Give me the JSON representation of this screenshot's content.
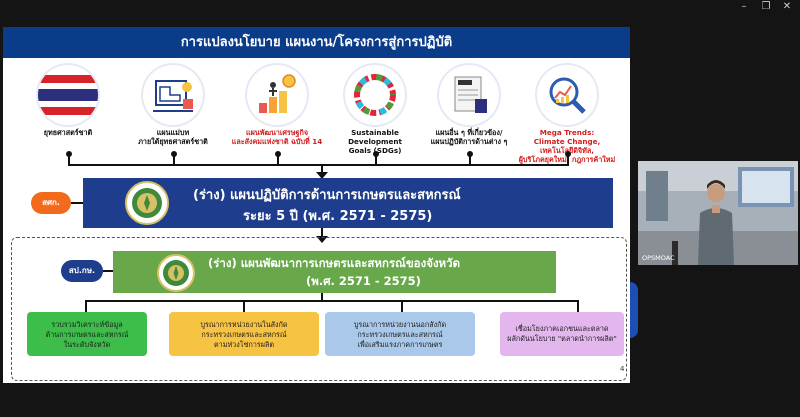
{
  "window": {
    "minimize_glyph": "–",
    "maximize_glyph": "❐",
    "close_glyph": "✕"
  },
  "slide": {
    "title": "การแปลงนโยบาย แผนงาน/โครงการสู่การปฏิบัติ",
    "top_icons": [
      {
        "label": "ยุทธศาสตร์ชาติ",
        "icon": "thai-flag-icon",
        "color": "#111111"
      },
      {
        "label": "แผนแม่บท\nภายใต้ยุทธศาสตร์ชาติ",
        "icon": "blueprint-icon",
        "color": "#111111"
      },
      {
        "label": "แผนพัฒนาเศรษฐกิจ\nและสังคมแห่งชาติ ฉบับที่ 14",
        "icon": "growth-chart-icon",
        "color": "#d21e1e"
      },
      {
        "label": "Sustainable Development\nGoals (SDGs)",
        "icon": "sdgs-wheel-icon",
        "color": "#111111"
      },
      {
        "label": "แผนอื่น ๆ ที่เกี่ยวข้อง/\nแผนปฏิบัติการด้านต่าง ๆ",
        "icon": "plan-document-icon",
        "color": "#111111"
      },
      {
        "label": "Mega Trends:\nClimate Change, เทคโนโลยีดิจิทัล,\nผู้บริโภคยุคใหม่, กฎการค้าใหม่",
        "icon": "trend-magnifier-icon",
        "color": "#d21e1e"
      }
    ],
    "central_plan": {
      "org": "สศก.",
      "line1": "(ร่าง) แผนปฏิบัติการด้านการเกษตรและสหกรณ์",
      "line2": "ระยะ 5 ปี (พ.ศ. 2571 - 2575)",
      "org_color": "#f26b1d",
      "box_color": "#1e3d8c"
    },
    "provincial_plan": {
      "org": "สป.กษ.",
      "line1": "(ร่าง) แผนพัฒนาการเกษตรและสหกรณ์ของจังหวัด",
      "line2": "(พ.ศ. 2571 - 2575)",
      "org_color": "#1e3d8c",
      "box_color": "#69a84a"
    },
    "sub_boxes": [
      {
        "text": "รวบรวมวิเคราะห์ข้อมูล\nด้านการเกษตรและสหกรณ์\nในระดับจังหวัด",
        "color": "#3dbd4a"
      },
      {
        "text": "บูรณาการหน่วยงานในสังกัด\nกระทรวงเกษตรและสหกรณ์\nตามห่วงโซ่การผลิต",
        "color": "#f7c343"
      },
      {
        "text": "บูรณาการหน่วยงานนอกสังกัด\nกระทรวงเกษตรและสหกรณ์\nเพื่อเสริมแรงภาคการเกษตร",
        "color": "#a9c8ea"
      },
      {
        "text": "เชื่อมโยงภาคเอกชนและตลาด\nผลักดันนโยบาย \"ตลาดนำการผลิต\"",
        "color": "#e3b6ee"
      }
    ],
    "page_number": "4"
  },
  "video": {
    "participant_name": "OPSMOAC"
  }
}
